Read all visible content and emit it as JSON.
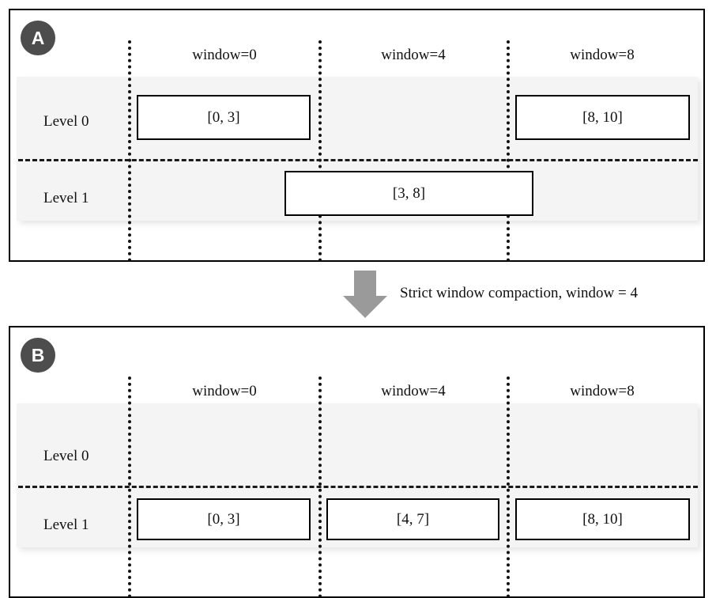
{
  "figure": {
    "panels": [
      {
        "id": "A",
        "badge_label": "A",
        "column_headers": [
          {
            "label": "window=0"
          },
          {
            "label": "window=4"
          },
          {
            "label": "window=8"
          }
        ],
        "row_labels": [
          {
            "label": "Level 0"
          },
          {
            "label": "Level 1"
          }
        ],
        "boxes": [
          {
            "label": "[0, 3]",
            "level": 0,
            "window": 0
          },
          {
            "label": "[8, 10]",
            "level": 0,
            "window": 8
          },
          {
            "label": "[3, 8]",
            "level": 1,
            "window": 4
          }
        ]
      },
      {
        "id": "B",
        "badge_label": "B",
        "column_headers": [
          {
            "label": "window=0"
          },
          {
            "label": "window=4"
          },
          {
            "label": "window=8"
          }
        ],
        "row_labels": [
          {
            "label": "Level 0"
          },
          {
            "label": "Level 1"
          }
        ],
        "boxes": [
          {
            "label": "[0, 3]",
            "level": 1,
            "window": 0
          },
          {
            "label": "[4, 7]",
            "level": 1,
            "window": 4
          },
          {
            "label": "[8, 10]",
            "level": 1,
            "window": 8
          }
        ]
      }
    ],
    "transition": {
      "caption": "Strict window compaction, window = 4",
      "arrow_icon": "arrow-down-icon",
      "arrow_color": "#9a9a9a"
    },
    "colors": {
      "badge_fill": "#4d4d4d",
      "badge_text": "#ffffff",
      "band_fill": "#f4f4f4",
      "border": "#000000",
      "arrow": "#9a9a9a"
    }
  }
}
